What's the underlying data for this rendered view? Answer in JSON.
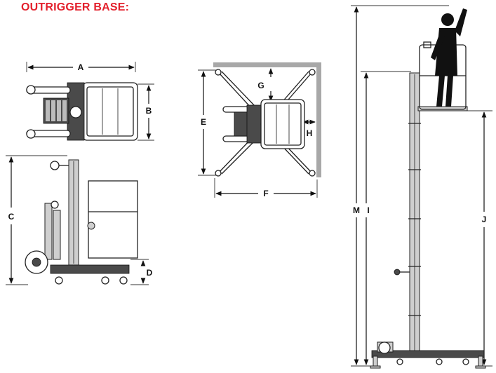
{
  "title": "OUTRIGGER BASE:",
  "colors": {
    "title": "#e3202c",
    "wall": "#a8a8a8",
    "ink": "#111111"
  },
  "labels": {
    "A": "A",
    "B": "B",
    "C": "C",
    "D": "D",
    "E": "E",
    "F": "F",
    "G": "G",
    "H": "H",
    "I": "I",
    "J": "J",
    "M": "M"
  },
  "icons": [
    "person-silhouette-icon"
  ]
}
